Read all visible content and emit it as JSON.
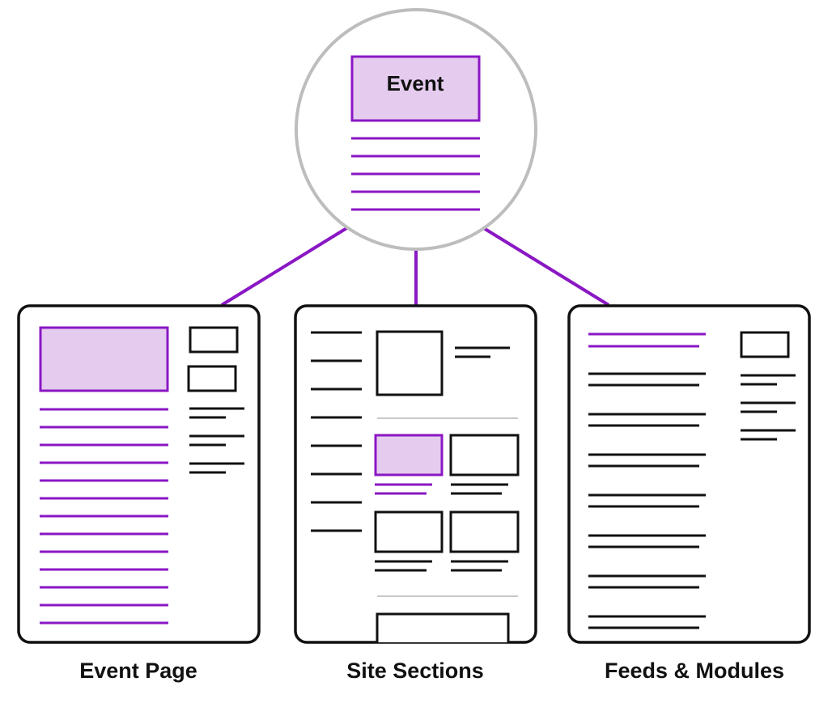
{
  "colors": {
    "accent": "#8a17c4",
    "accent_fill": "#e5ccef",
    "outline": "#111111",
    "circle_outline": "#bdbdbd",
    "divider": "#b5b5b5"
  },
  "hub": {
    "label": "Event"
  },
  "panels": [
    {
      "caption": "Event Page"
    },
    {
      "caption": "Site Sections"
    },
    {
      "caption": "Feeds & Modules"
    }
  ]
}
